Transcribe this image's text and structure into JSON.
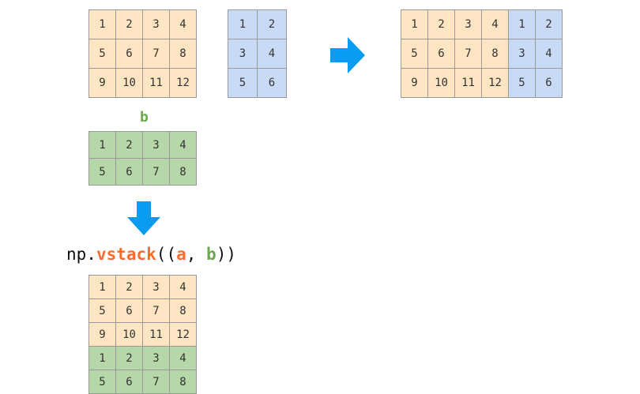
{
  "colors": {
    "a": "#FFE5C2",
    "c": "#C9DAF6",
    "b": "#B6D7A8",
    "arrow": "#0A9CF0",
    "a_text": "#FF6B2B",
    "b_text": "#6AA84F"
  },
  "matrix_a": [
    [
      1,
      2,
      3,
      4
    ],
    [
      5,
      6,
      7,
      8
    ],
    [
      9,
      10,
      11,
      12
    ]
  ],
  "matrix_c": [
    [
      1,
      2
    ],
    [
      3,
      4
    ],
    [
      5,
      6
    ]
  ],
  "matrix_b": {
    "label": "b",
    "rows": [
      [
        1,
        2,
        3,
        4
      ],
      [
        5,
        6,
        7,
        8
      ]
    ]
  },
  "hstack_result": [
    [
      "1",
      "2",
      "3",
      "4",
      "1",
      "2"
    ],
    [
      "5",
      "6",
      "7",
      "8",
      "3",
      "4"
    ],
    [
      "9",
      "10",
      "11",
      "12",
      "5",
      "6"
    ]
  ],
  "vstack": {
    "prefix": "np.",
    "func": "vstack",
    "open": "((",
    "a": "a",
    "sep": ", ",
    "b": "b",
    "close": "))",
    "result": [
      [
        1,
        2,
        3,
        4
      ],
      [
        5,
        6,
        7,
        8
      ],
      [
        9,
        10,
        11,
        12
      ],
      [
        1,
        2,
        3,
        4
      ],
      [
        5,
        6,
        7,
        8
      ]
    ]
  },
  "icons": {
    "right": "arrow-right-icon",
    "down": "arrow-down-icon"
  }
}
